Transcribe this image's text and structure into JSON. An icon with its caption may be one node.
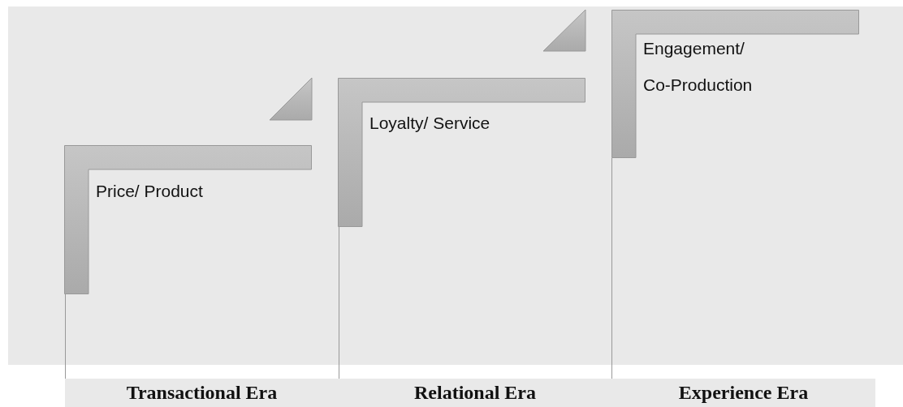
{
  "diagram": {
    "nodes": [
      {
        "text": [
          "Price/ Product"
        ]
      },
      {
        "text": [
          "Loyalty/ Service"
        ]
      },
      {
        "text": [
          "Engagement/ Co-Production"
        ]
      },
      {
        "text": [
          "Transactional Era"
        ]
      },
      {
        "text": [
          "Relational Era"
        ]
      },
      {
        "text": [
          "Experience Era"
        ]
      }
    ],
    "edges": [
      {
        "from": 0,
        "to": 3,
        "arrow": "none"
      },
      {
        "from": 1,
        "to": 4,
        "arrow": "none"
      },
      {
        "from": 2,
        "to": 5,
        "arrow": "none"
      }
    ]
  }
}
